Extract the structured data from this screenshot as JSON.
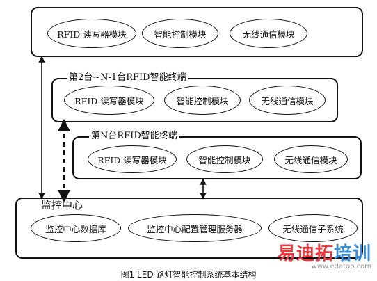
{
  "terminal_1": {
    "title": "",
    "modules": [
      "RFID 读写器模块",
      "智能控制模块",
      "无线通信模块"
    ]
  },
  "terminal_2": {
    "title": "第2台~N-1台RFID智能终端",
    "modules": [
      "RFID 读写器模块",
      "智能控制模块",
      "无线通信模块"
    ]
  },
  "terminal_n": {
    "title": "第N台RFID智能终端",
    "modules": [
      "RFID 读写器模块",
      "智能控制模块",
      "无线通信模块"
    ]
  },
  "monitor_center": {
    "title": "监控中心",
    "modules": [
      "监控中心数据库",
      "监控中心配置管理服务器",
      "无线通信子系统"
    ]
  },
  "caption": "图1 LED 路灯智能控制系统基本结构",
  "watermark": {
    "chars": [
      "易",
      "迪",
      "拓",
      "培",
      "训"
    ],
    "colors": [
      "#e8383d",
      "#e8383d",
      "#e8383d",
      "#3a8fd8",
      "#3a8fd8"
    ],
    "url": "www.edatop.com"
  }
}
